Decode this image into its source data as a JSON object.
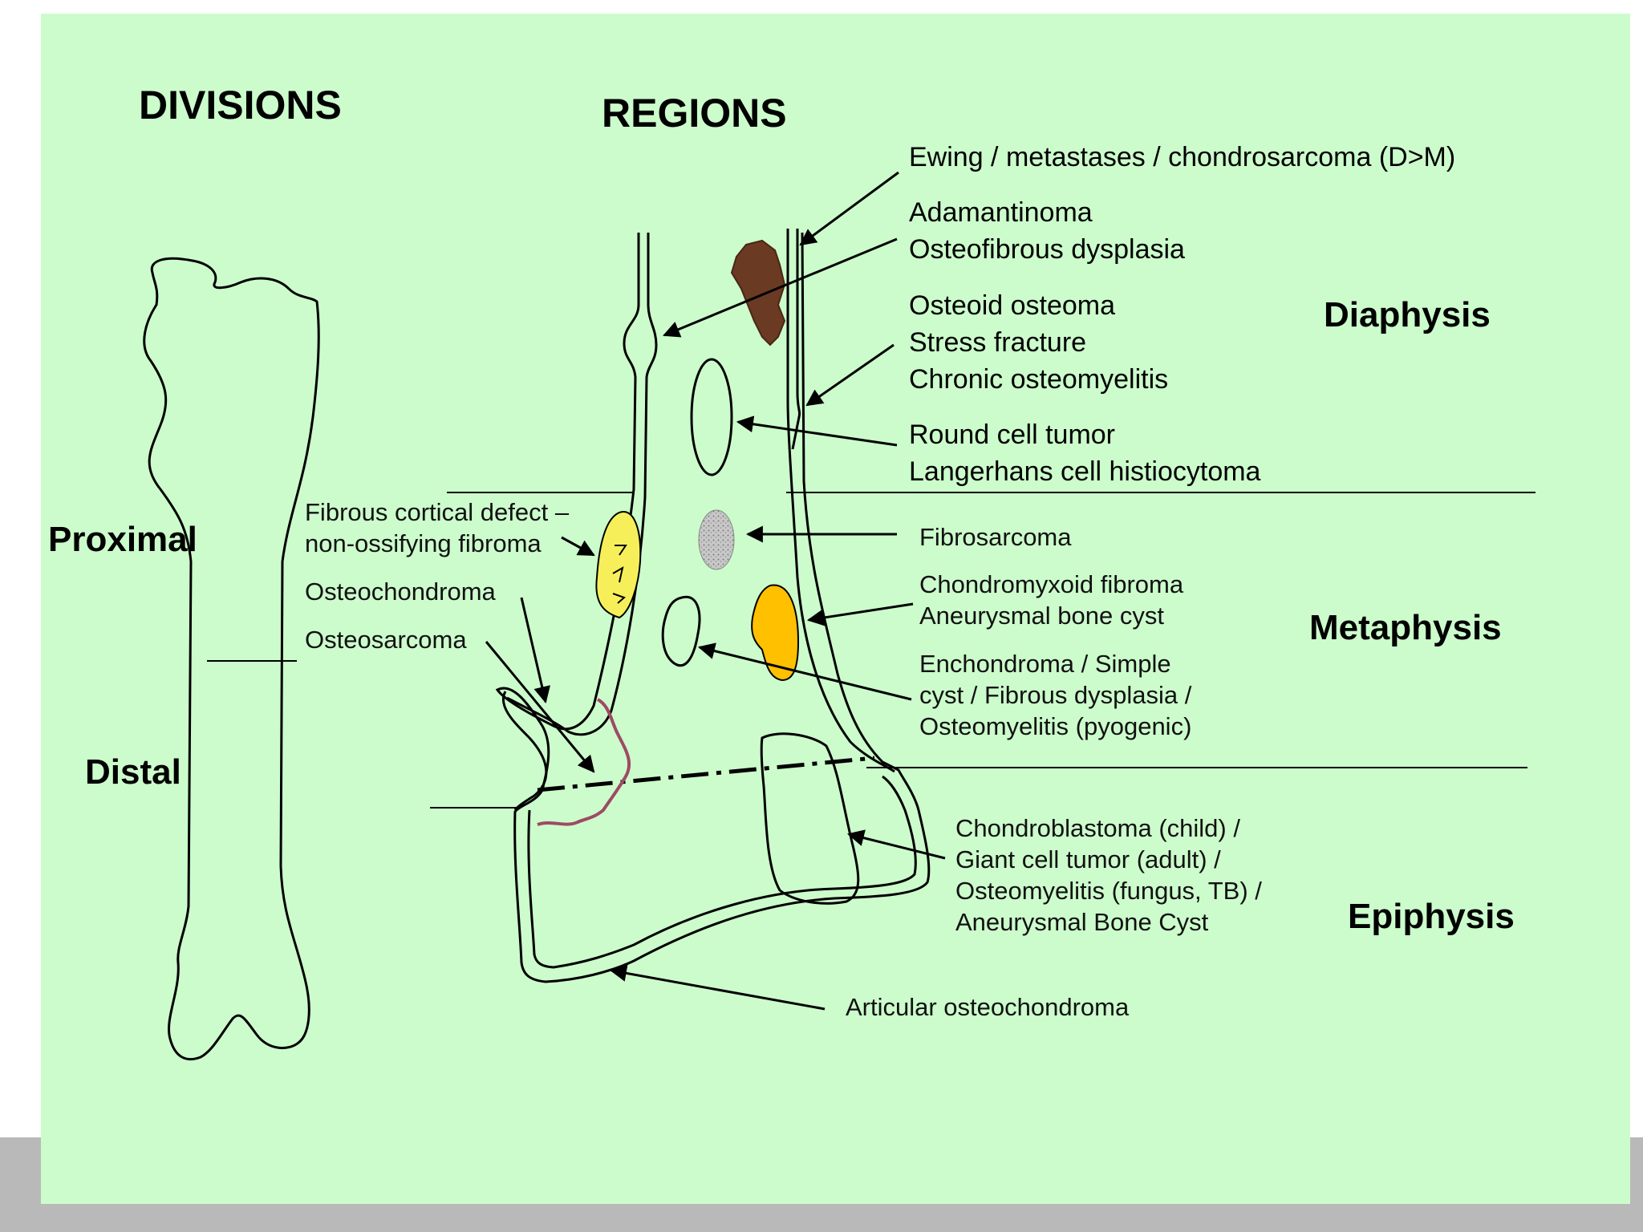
{
  "headings": {
    "divisions": "DIVISIONS",
    "regions": "REGIONS"
  },
  "divisions": {
    "proximal": "Proximal",
    "distal": "Distal"
  },
  "regions": {
    "diaphysis": "Diaphysis",
    "metaphysis": "Metaphysis",
    "epiphysis": "Epiphysis"
  },
  "labels": {
    "ewing": "Ewing / metastases / chondrosarcoma (D>M)",
    "adamantinoma": [
      "Adamantinoma",
      "Osteofibrous dysplasia"
    ],
    "osteoid": [
      "Osteoid osteoma",
      "Stress fracture",
      "Chronic osteomyelitis"
    ],
    "round_cell": [
      "Round cell tumor",
      "Langerhans cell histiocytoma"
    ],
    "fibrous_cortical": [
      "Fibrous cortical defect –",
      "non-ossifying fibroma"
    ],
    "osteochondroma": "Osteochondroma",
    "osteosarcoma": "Osteosarcoma",
    "fibrosarcoma": "Fibrosarcoma",
    "chondromyxoid": [
      "Chondromyxoid fibroma",
      "Aneurysmal bone cyst"
    ],
    "enchondroma": [
      "Enchondroma / Simple",
      "cyst / Fibrous dysplasia /",
      "Osteomyelitis (pyogenic)"
    ],
    "chondroblastoma": [
      "Chondroblastoma (child) /",
      "Giant cell tumor (adult) /",
      "Osteomyelitis (fungus, TB) /",
      "Aneurysmal Bone Cyst"
    ],
    "articular": "Articular osteochondroma"
  },
  "colors": {
    "slide_bg": "#ccfccc",
    "bottom_bar": "#b9b9b9",
    "lesion_brown": "#6b3a22",
    "fibrous_yellow": "#f7ef5a",
    "chondromyxoid_orange": "#ffc000",
    "fibrosarcoma_gray": "#b4b4b4",
    "osteosarcoma_outline": "#9e4a63"
  }
}
